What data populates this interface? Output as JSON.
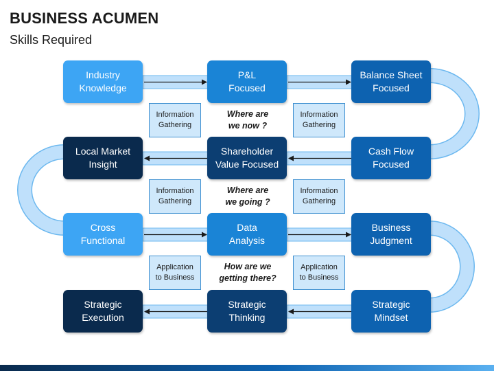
{
  "title": "BUSINESS ACUMEN",
  "subtitle": "Skills Required",
  "rows": [
    {
      "boxes": [
        "Industry\nKnowledge",
        "P&L\nFocused",
        "Balance Sheet\nFocused"
      ]
    },
    {
      "boxes": [
        "Local Market\nInsight",
        "Shareholder\nValue Focused",
        "Cash Flow\nFocused"
      ]
    },
    {
      "boxes": [
        "Cross\nFunctional",
        "Data\nAnalysis",
        "Business\nJudgment"
      ]
    },
    {
      "boxes": [
        "Strategic\nExecution",
        "Strategic\nThinking",
        "Strategic\nMindset"
      ]
    }
  ],
  "gaps": [
    {
      "left": "Information\nGathering",
      "question": "Where are\nwe now ?",
      "right": "Information\nGathering"
    },
    {
      "left": "Information\nGathering",
      "question": "Where are\nwe going ?",
      "right": "Information\nGathering"
    },
    {
      "left": "Application\nto Business",
      "question": "How are we\ngetting there?",
      "right": "Application\nto Business"
    }
  ],
  "colors": {
    "light": "#3da5f4",
    "mid": "#1a84d6",
    "blue": "#0d62b0",
    "navy": "#0c3e72",
    "dark": "#0a2a4d",
    "connector_fill": "#bfe0fb",
    "connector_stroke": "#6cb8ef"
  }
}
